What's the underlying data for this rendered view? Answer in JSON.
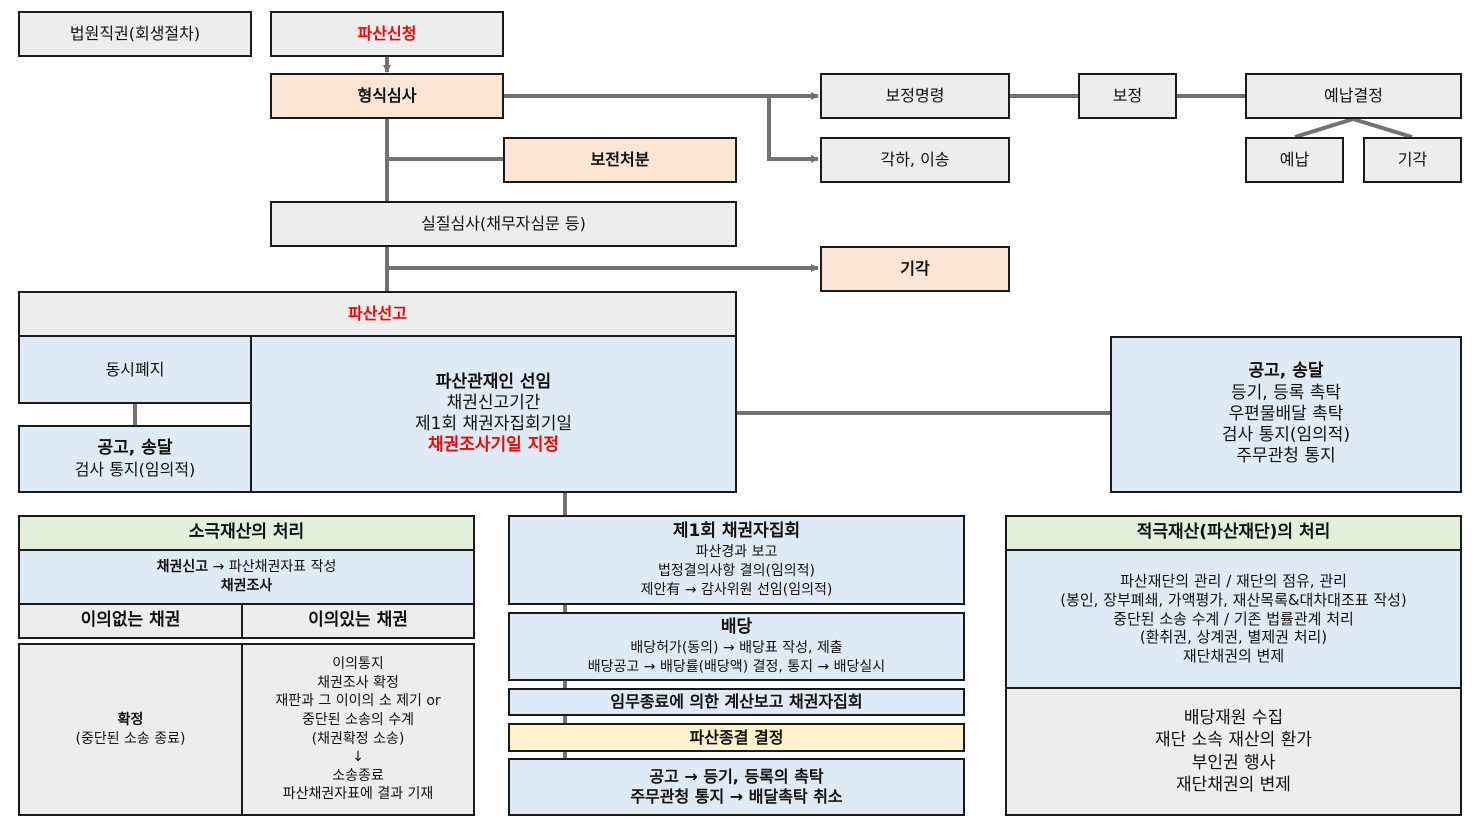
{
  "top": {
    "court_authority": "법원직권(회생절차)",
    "bankruptcy_petition": "파산신청",
    "formal_review": "형식심사",
    "correction_order": "보정명령",
    "correction": "보정",
    "prepayment_decision": "예납결정",
    "prepayment": "예납",
    "prepayment_dismissal": "기각",
    "preservation_measure": "보전처분",
    "dismissal_transfer": "각하, 이송",
    "substantive_review": "실질심사(채무자심문 등)",
    "dismissal": "기각"
  },
  "declaration": {
    "title": "파산선고",
    "simultaneous_abolition": "동시폐지",
    "left_notice_title": "공고, 송달",
    "left_notice_text": "검사 통지(임의적)",
    "trustee": {
      "title": "파산관재인 선임",
      "lines": [
        "채권신고기간",
        "제1회 채권자집회기일"
      ],
      "highlight": "채권조사기일 지정"
    },
    "right_notice": {
      "title": "공고, 송달",
      "lines": [
        "등기, 등록 촉탁",
        "우편물배달 촉탁",
        "검사 통지(임의적)",
        "주무관청 통지"
      ]
    }
  },
  "passive_assets": {
    "title": "소극재산의 처리",
    "claim_filing_bold": "채권신고",
    "claim_filing_rest": "→ 파산채권자표 작성",
    "claim_investigation": "채권조사",
    "no_objection_header": "이의없는 채권",
    "objection_header": "이의있는 채권",
    "no_objection_title": "확정",
    "no_objection_text": "(중단된 소송 종료)",
    "objection_lines": [
      "이의통지",
      "채권조사 확정",
      "재판과 그 이이의 소 제기 or",
      "중단된 소송의 수계",
      "(채권확정 소송)",
      "↓",
      "소송종료",
      "파산채권자표에 결과 기재"
    ]
  },
  "middle": {
    "first_meeting": {
      "title": "제1회 채권자집회",
      "lines": [
        "파산경과 보고",
        "법정결의사항 결의(임의적)",
        "제안有 → 감사위원 선임(임의적)"
      ]
    },
    "dividend": {
      "title": "배당",
      "lines": [
        "배당허가(동의) → 배당표 작성, 제출",
        "배당공고 → 배당률(배당액) 결정, 통지 → 배당실시"
      ]
    },
    "final_meeting": "임무종료에 의한 계산보고 채권자집회",
    "termination": "파산종결 결정",
    "final_notice": [
      "공고 → 등기, 등록의 촉탁",
      "주무관청 통지 → 배달촉탁 취소"
    ]
  },
  "active_assets": {
    "title": "적극재산(파산재단)의 처리",
    "management_lines": [
      "파산재단의 관리 / 재단의 점유, 관리",
      "(봉인, 장부폐쇄, 가액평가, 재산목록&대차대조표 작성)",
      "중단된 소송 수계 / 기존 법률관계 처리",
      "(환취권, 상계권, 별제권 처리)",
      "재단채권의 변제"
    ],
    "collection_lines": [
      "배당재원 수집",
      "재단 소속 재산의 환가",
      "부인권 행사",
      "재단채권의 변제"
    ]
  },
  "colors": {
    "gray": "#ededed",
    "peach": "#fbe5d6",
    "blue": "#deebf7",
    "green": "#e2f0d9",
    "yellow": "#fff2cc",
    "connector": "#767171",
    "highlight": "#ff0000"
  }
}
